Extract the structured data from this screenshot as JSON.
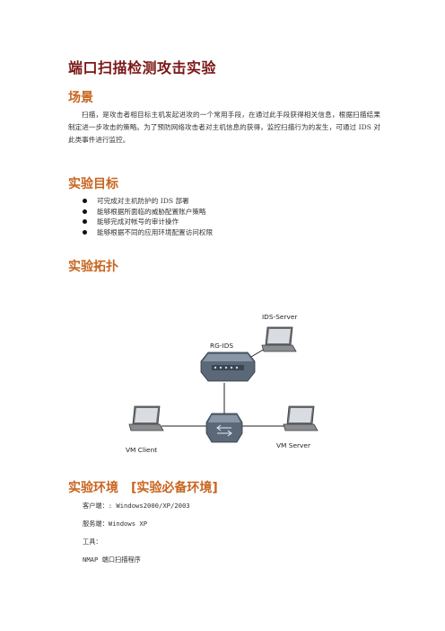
{
  "title": "端口扫描检测攻击实验",
  "sections": {
    "scene": {
      "heading": "场景",
      "paragraph": "扫描，是攻击者相目标主机发起进攻的一个常用手段，在通过此手段获得相关信息，根据扫描结果制定进一步攻击的策略。为了预防网络攻击者对主机信息的获得，监控扫描行为的发生，可通过 IDS 对此类事件进行监控。"
    },
    "goals": {
      "heading": "实验目标",
      "items": [
        "可完成对主机防护的 IDS 部署",
        "能够根据所面临的威胁配置账户策略",
        "能够完成对帐号的审计操作",
        "能够根据不同的应用环境配置访问权限"
      ]
    },
    "topology": {
      "heading": "实验拓扑",
      "nodes": {
        "ids_server": "IDS-Server",
        "rg_ids": "RG-IDS",
        "vm_client": "VM Client",
        "vm_server": "VM Server"
      },
      "colors": {
        "device": "#5a6878",
        "laptop_body": "#6d6f72",
        "link": "#222222"
      }
    },
    "environment": {
      "heading": "实验环境　[实验必备环境]",
      "lines": [
        "客户端：: Windows2000/XP/2003",
        "服务端：Windows XP",
        "工具：",
        "NMAP 端口扫描程序"
      ]
    }
  }
}
